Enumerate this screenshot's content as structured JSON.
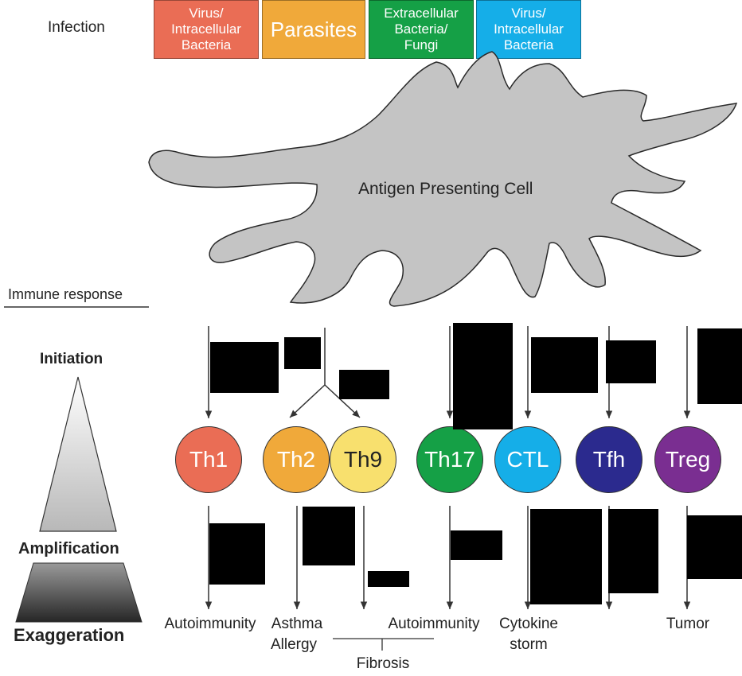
{
  "infection_label": "Infection",
  "pathogens": [
    {
      "label": "Virus/\nIntracellular\nBacteria",
      "color": "#ea6d55"
    },
    {
      "label": "Parasites",
      "color": "#f0a93a"
    },
    {
      "label": "Extracellular\nBacteria/\nFungi",
      "color": "#15a046"
    },
    {
      "label": "Virus/\nIntracellular\nBacteria",
      "color": "#15aee8"
    }
  ],
  "apc_label": "Antigen Presenting Cell",
  "immune_response_label": "Immune response",
  "stages": {
    "initiation": "Initiation",
    "amplification": "Amplification",
    "exaggeration": "Exaggeration"
  },
  "cells": [
    {
      "label": "Th1",
      "color": "#ea6d55",
      "text_color": "#ffffff"
    },
    {
      "label": "Th2",
      "color": "#f0a93a",
      "text_color": "#ffffff"
    },
    {
      "label": "Th9",
      "color": "#f8e06e",
      "text_color": "#222222"
    },
    {
      "label": "Th17",
      "color": "#15a046",
      "text_color": "#ffffff"
    },
    {
      "label": "CTL",
      "color": "#15aee8",
      "text_color": "#ffffff"
    },
    {
      "label": "Tfh",
      "color": "#2b2a8e",
      "text_color": "#ffffff"
    },
    {
      "label": "Treg",
      "color": "#7a2e91",
      "text_color": "#ffffff"
    }
  ],
  "outcomes": {
    "th1": "Autoimmunity",
    "th2_line1": "Asthma",
    "th2_line2": "Allergy",
    "th17": "Autoimmunity",
    "ctl_line1": "Cytokine",
    "ctl_line2": "storm",
    "treg": "Tumor",
    "fibrosis": "Fibrosis"
  }
}
